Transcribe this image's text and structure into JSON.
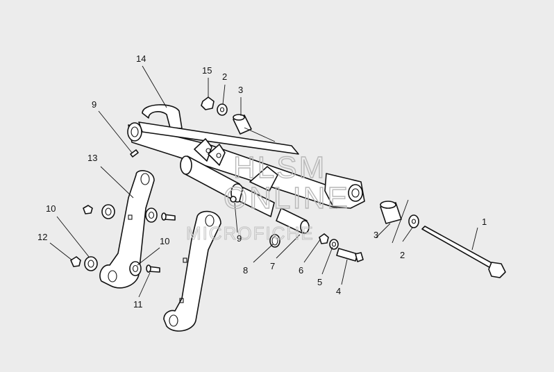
{
  "watermark": {
    "line1": "HLSM",
    "line2": "ONLINE",
    "line3": "MICROFICHE"
  },
  "callouts": [
    {
      "id": "c14",
      "label": "14"
    },
    {
      "id": "c15",
      "label": "15"
    },
    {
      "id": "c2a",
      "label": "2"
    },
    {
      "id": "c3a",
      "label": "3"
    },
    {
      "id": "c9a",
      "label": "9"
    },
    {
      "id": "c13",
      "label": "13"
    },
    {
      "id": "c10a",
      "label": "10"
    },
    {
      "id": "c12",
      "label": "12"
    },
    {
      "id": "c10b",
      "label": "10"
    },
    {
      "id": "c11",
      "label": "11"
    },
    {
      "id": "c9b",
      "label": "9"
    },
    {
      "id": "c8",
      "label": "8"
    },
    {
      "id": "c7",
      "label": "7"
    },
    {
      "id": "c6",
      "label": "6"
    },
    {
      "id": "c5",
      "label": "5"
    },
    {
      "id": "c4",
      "label": "4"
    },
    {
      "id": "c3b",
      "label": "3"
    },
    {
      "id": "c2b",
      "label": "2"
    },
    {
      "id": "c1",
      "label": "1"
    }
  ],
  "colors": {
    "background": "#ececec",
    "line": "#111111",
    "watermark": "#b8b8b8"
  }
}
